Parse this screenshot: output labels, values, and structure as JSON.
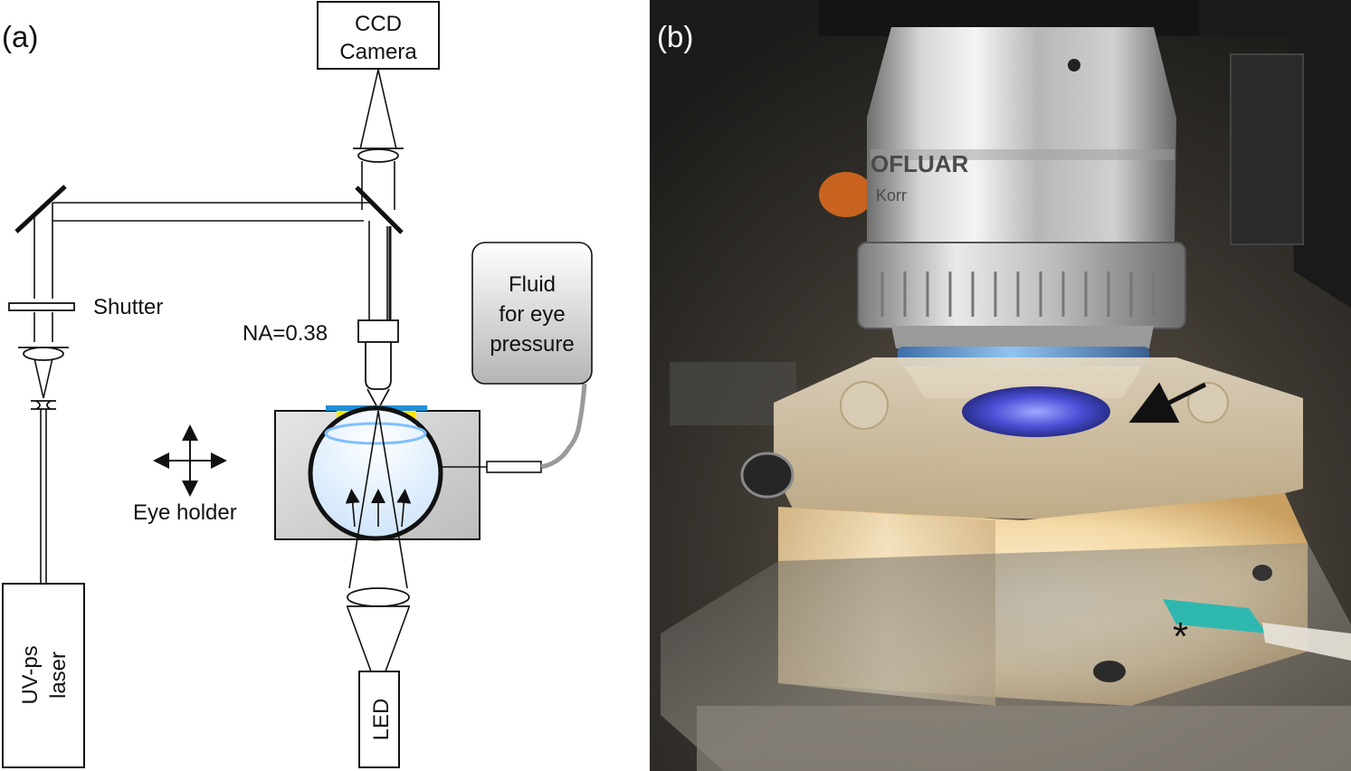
{
  "panel_a": {
    "label": "(a)",
    "components": {
      "ccd": {
        "line1": "CCD",
        "line2": "Camera"
      },
      "shutter": "Shutter",
      "na": "NA=0.38",
      "fluid": {
        "line1": "Fluid",
        "line2": "for eye",
        "line3": "pressure"
      },
      "eye_holder": "Eye holder",
      "laser": {
        "line1": "UV-ps",
        "line2": "laser"
      },
      "led": "LED"
    }
  },
  "panel_b": {
    "label": "(b)",
    "annotations": {
      "star": "*"
    },
    "objective_engraving": {
      "line1": "OFLUAR",
      "line2": "Korr"
    }
  },
  "colors": {
    "coverslip_blue": "#1f8fd6",
    "coverslip_yellow": "#ffe600",
    "eye_fluid_light": "#d8ecff",
    "holder_gray": "#d9d9d9",
    "fluid_box_gray": "#c8c8c8",
    "tube_gray": "#9a9a9a",
    "led_glow": "#ffd27a",
    "needle_cyan": "#2fb8b0"
  }
}
